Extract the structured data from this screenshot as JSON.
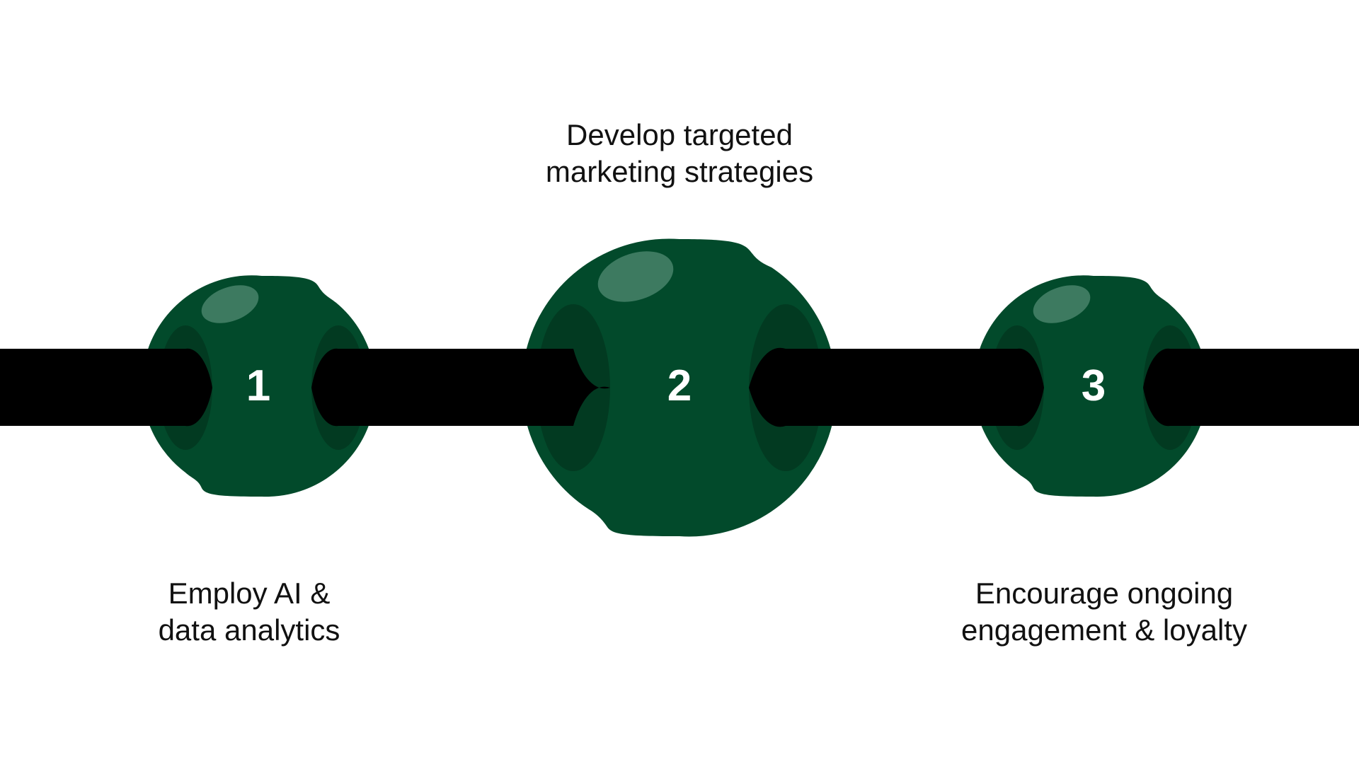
{
  "steps": [
    {
      "number": "1",
      "label_lines": [
        "Employ AI &",
        "data analytics"
      ]
    },
    {
      "number": "2",
      "label_lines": [
        "Develop targeted",
        "marketing strategies"
      ]
    },
    {
      "number": "3",
      "label_lines": [
        "Encourage ongoing",
        "engagement & loyalty"
      ]
    }
  ],
  "colors": {
    "ball": "#024a2b",
    "ball_dark": "#023a21",
    "highlight": "#3d7a60",
    "bar": "#000000",
    "number": "#ffffff",
    "text": "#111111"
  }
}
